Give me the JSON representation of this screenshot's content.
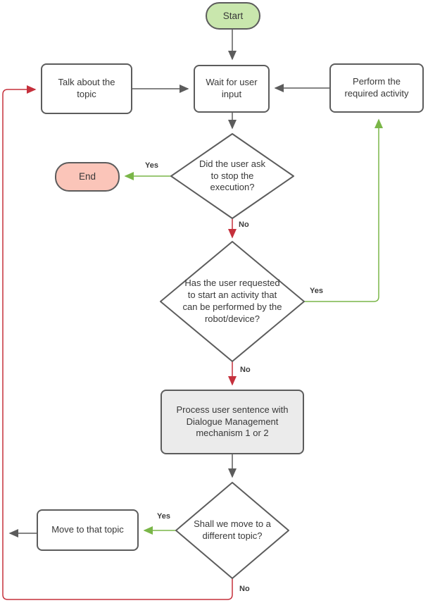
{
  "diagram": {
    "type": "flowchart",
    "colors": {
      "node_border": "#5c5c5c",
      "connector": "#5c5c5c",
      "yes_connector": "#7ab648",
      "no_connector": "#c5303c",
      "start_fill": "#c9e7ad",
      "end_fill": "#fbc5b9",
      "process_fill": "#ebebeb",
      "box_fill": "#ffffff"
    },
    "nodes": {
      "start": {
        "label": "Start",
        "type": "terminator"
      },
      "talk": {
        "label": "Talk about the topic",
        "type": "process"
      },
      "wait": {
        "label": "Wait for user input",
        "type": "process"
      },
      "perform": {
        "label": "Perform the required activity",
        "type": "process"
      },
      "stop_decision": {
        "label": "Did the user ask to stop the execution?",
        "type": "decision"
      },
      "end": {
        "label": "End",
        "type": "terminator"
      },
      "activity_decision": {
        "label": "Has the user requested to start an activity that can be performed by the robot/device?",
        "type": "decision"
      },
      "process_sentence": {
        "label": "Process user sentence with Dialogue Management mechanism 1 or 2",
        "type": "process"
      },
      "move_decision": {
        "label": "Shall we move to a different topic?",
        "type": "decision"
      },
      "move_topic": {
        "label": "Move to that topic",
        "type": "process"
      }
    },
    "edge_labels": {
      "stop_yes": "Yes",
      "stop_no": "No",
      "activity_yes": "Yes",
      "activity_no": "No",
      "move_yes": "Yes",
      "move_no": "No"
    }
  }
}
